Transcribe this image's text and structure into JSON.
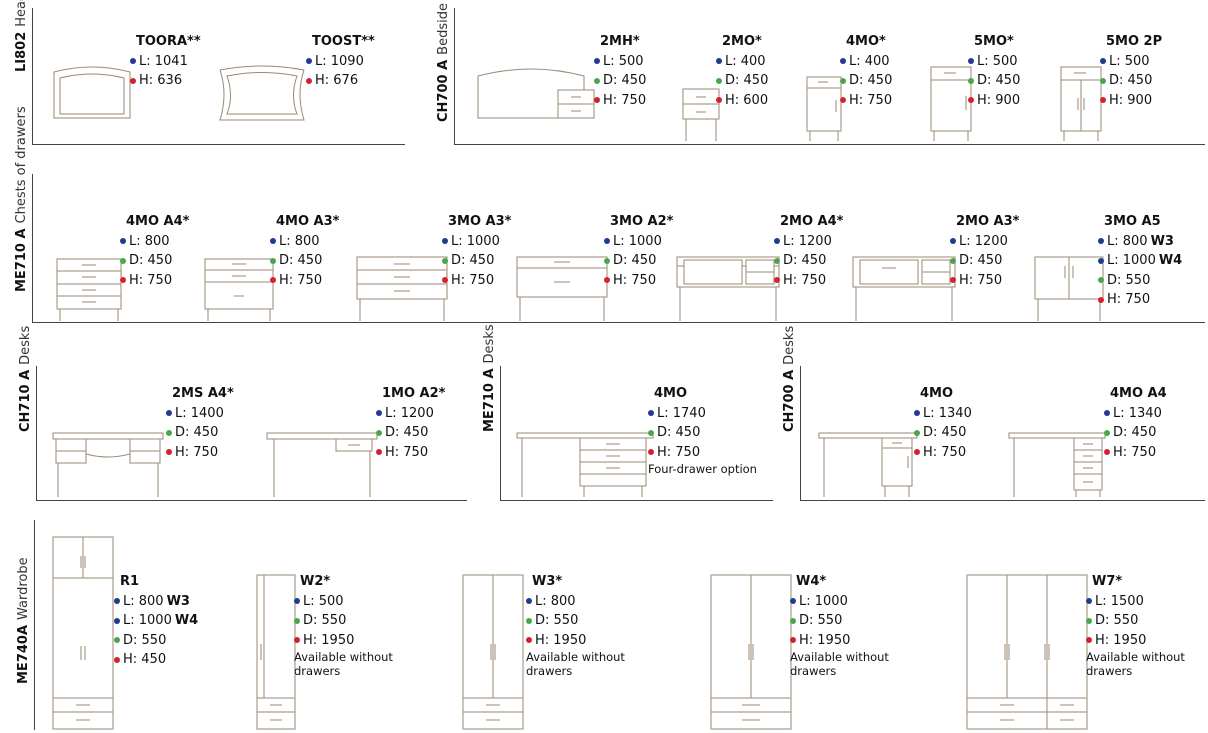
{
  "colors": {
    "length_dot": "#1c3e8a",
    "depth_dot": "#4aa64a",
    "height_dot": "#d4202f",
    "line": "#9a8a73"
  },
  "sections": {
    "headboard": {
      "code": "LI802",
      "category": "Headboard",
      "items": [
        {
          "name": "TOORA**",
          "specs": [
            {
              "k": "L",
              "t": "L: 1041"
            },
            {
              "k": "H",
              "t": "H: 636"
            }
          ]
        },
        {
          "name": "TOOST**",
          "specs": [
            {
              "k": "L",
              "t": "L: 1090"
            },
            {
              "k": "H",
              "t": "H: 676"
            }
          ]
        }
      ]
    },
    "bedside": {
      "code": "CH700 A",
      "category": "Bedside cabinets",
      "items": [
        {
          "name": "2MH*",
          "specs": [
            {
              "k": "L",
              "t": "L: 500"
            },
            {
              "k": "D",
              "t": "D: 450"
            },
            {
              "k": "H",
              "t": "H: 750"
            }
          ]
        },
        {
          "name": "2MO*",
          "specs": [
            {
              "k": "L",
              "t": "L: 400"
            },
            {
              "k": "D",
              "t": "D: 450"
            },
            {
              "k": "H",
              "t": "H: 600"
            }
          ]
        },
        {
          "name": "4MO*",
          "specs": [
            {
              "k": "L",
              "t": "L: 400"
            },
            {
              "k": "D",
              "t": "D: 450"
            },
            {
              "k": "H",
              "t": "H: 750"
            }
          ]
        },
        {
          "name": "5MO*",
          "specs": [
            {
              "k": "L",
              "t": "L: 500"
            },
            {
              "k": "D",
              "t": "D: 450"
            },
            {
              "k": "H",
              "t": "H: 900"
            }
          ]
        },
        {
          "name": "5MO 2P",
          "specs": [
            {
              "k": "L",
              "t": "L: 500"
            },
            {
              "k": "D",
              "t": "D: 450"
            },
            {
              "k": "H",
              "t": "H: 900"
            }
          ]
        }
      ]
    },
    "chests": {
      "code": "ME710 A",
      "category": "Chests of drawers",
      "items": [
        {
          "name": "4MO A4*",
          "specs": [
            {
              "k": "L",
              "t": "L: 800"
            },
            {
              "k": "D",
              "t": "D: 450"
            },
            {
              "k": "H",
              "t": "H: 750"
            }
          ]
        },
        {
          "name": "4MO A3*",
          "specs": [
            {
              "k": "L",
              "t": "L: 800"
            },
            {
              "k": "D",
              "t": "D: 450"
            },
            {
              "k": "H",
              "t": "H: 750"
            }
          ]
        },
        {
          "name": "3MO A3*",
          "specs": [
            {
              "k": "L",
              "t": "L: 1000"
            },
            {
              "k": "D",
              "t": "D: 450"
            },
            {
              "k": "H",
              "t": "H: 750"
            }
          ]
        },
        {
          "name": "3MO A2*",
          "specs": [
            {
              "k": "L",
              "t": "L: 1000"
            },
            {
              "k": "D",
              "t": "D: 450"
            },
            {
              "k": "H",
              "t": "H: 750"
            }
          ]
        },
        {
          "name": "2MO A4*",
          "specs": [
            {
              "k": "L",
              "t": "L: 1200"
            },
            {
              "k": "D",
              "t": "D: 450"
            },
            {
              "k": "H",
              "t": "H: 750"
            }
          ]
        },
        {
          "name": "2MO A3*",
          "specs": [
            {
              "k": "L",
              "t": "L: 1200"
            },
            {
              "k": "D",
              "t": "D: 450"
            },
            {
              "k": "H",
              "t": "H: 750"
            }
          ]
        },
        {
          "name": "3MO A5",
          "specs": [
            {
              "k": "L",
              "t": "L: 800",
              "w": "W3"
            },
            {
              "k": "L",
              "t": "L: 1000",
              "w": "W4"
            },
            {
              "k": "D",
              "t": "D: 550"
            },
            {
              "k": "H",
              "t": "H: 750"
            }
          ]
        }
      ]
    },
    "desks1": {
      "code": "CH710 A",
      "category": "Desks",
      "items": [
        {
          "name": "2MS A4*",
          "specs": [
            {
              "k": "L",
              "t": "L: 1400"
            },
            {
              "k": "D",
              "t": "D: 450"
            },
            {
              "k": "H",
              "t": "H: 750"
            }
          ]
        },
        {
          "name": "1MO A2*",
          "specs": [
            {
              "k": "L",
              "t": "L: 1200"
            },
            {
              "k": "D",
              "t": "D: 450"
            },
            {
              "k": "H",
              "t": "H: 750"
            }
          ]
        }
      ]
    },
    "desks2": {
      "code": "ME710 A",
      "category": "Desks",
      "items": [
        {
          "name": "4MO",
          "specs": [
            {
              "k": "L",
              "t": "L: 1740"
            },
            {
              "k": "D",
              "t": "D: 450"
            },
            {
              "k": "H",
              "t": "H: 750"
            }
          ],
          "note": "Four-drawer option"
        }
      ]
    },
    "desks3": {
      "code": "CH700 A",
      "category": "Desks",
      "items": [
        {
          "name": "4MO",
          "specs": [
            {
              "k": "L",
              "t": "L: 1340"
            },
            {
              "k": "D",
              "t": "D: 450"
            },
            {
              "k": "H",
              "t": "H: 750"
            }
          ]
        },
        {
          "name": "4MO A4",
          "specs": [
            {
              "k": "L",
              "t": "L: 1340"
            },
            {
              "k": "D",
              "t": "D: 450"
            },
            {
              "k": "H",
              "t": "H: 750"
            }
          ]
        }
      ]
    },
    "wardrobe": {
      "code": "ME740A",
      "category": "Wardrobe",
      "items": [
        {
          "name": "R1",
          "specs": [
            {
              "k": "L",
              "t": "L: 800",
              "w": "W3"
            },
            {
              "k": "L",
              "t": "L: 1000",
              "w": "W4"
            },
            {
              "k": "D",
              "t": "D: 550"
            },
            {
              "k": "H",
              "t": "H: 450"
            }
          ]
        },
        {
          "name": "W2*",
          "specs": [
            {
              "k": "L",
              "t": "L: 500"
            },
            {
              "k": "D",
              "t": "D: 550"
            },
            {
              "k": "H",
              "t": "H: 1950"
            }
          ],
          "note": "Available without drawers"
        },
        {
          "name": "W3*",
          "specs": [
            {
              "k": "L",
              "t": "L: 800"
            },
            {
              "k": "D",
              "t": "D: 550"
            },
            {
              "k": "H",
              "t": "H: 1950"
            }
          ],
          "note": "Available without drawers"
        },
        {
          "name": "W4*",
          "specs": [
            {
              "k": "L",
              "t": "L: 1000"
            },
            {
              "k": "D",
              "t": "D: 550"
            },
            {
              "k": "H",
              "t": "H: 1950"
            }
          ],
          "note": "Available without drawers"
        },
        {
          "name": "W7*",
          "specs": [
            {
              "k": "L",
              "t": "L: 1500"
            },
            {
              "k": "D",
              "t": "D: 550"
            },
            {
              "k": "H",
              "t": "H: 1950"
            }
          ],
          "note": "Available without drawers"
        }
      ]
    }
  }
}
